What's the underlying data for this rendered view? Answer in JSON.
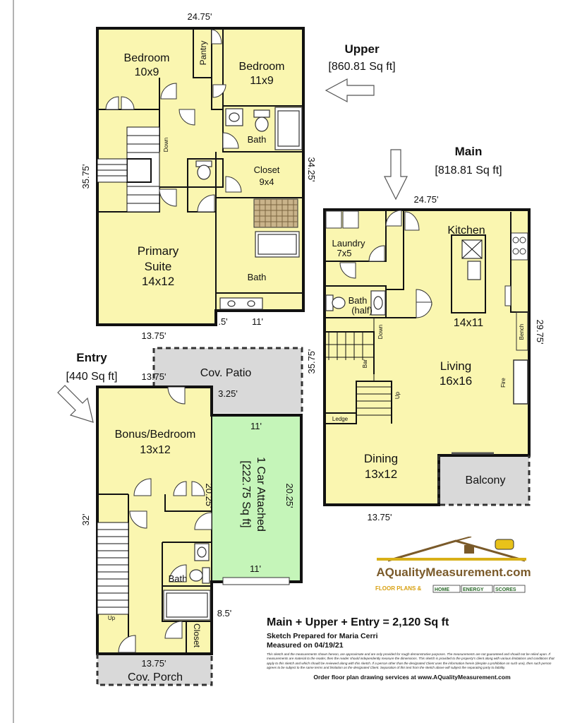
{
  "upper": {
    "title": "Upper",
    "area": "[860.81 Sq ft]",
    "rooms": {
      "bedroom1_name": "Bedroom",
      "bedroom1_size": "10x9",
      "bedroom2_name": "Bedroom",
      "bedroom2_size": "11x9",
      "pantry": "Pantry",
      "bath1": "Bath",
      "closet_name": "Closet",
      "closet_size": "9x4",
      "suite_line1": "Primary",
      "suite_line2": "Suite",
      "suite_size": "14x12",
      "bath2": "Bath",
      "down": "Down"
    },
    "dims": {
      "top": "24.75'",
      "left": "35.75'",
      "right": "34.25'",
      "bottom_left": "13.75'",
      "bottom_mid": ".5'",
      "bottom_right": "11'"
    }
  },
  "main": {
    "title": "Main",
    "area": "[818.81 Sq ft]",
    "rooms": {
      "kitchen": "Kitchen",
      "laundry_name": "Laundry",
      "laundry_size": "7x5",
      "bath_name": "Bath",
      "bath_sub": "(half)",
      "kitchen_size": "14x11",
      "living_name": "Living",
      "living_size": "16x16",
      "dining_name": "Dining",
      "dining_size": "13x12",
      "balcony": "Balcony",
      "down": "Down",
      "bar": "Bar",
      "up": "Up",
      "ledge": "Ledge",
      "bench": "Bench",
      "fire": "Fire"
    },
    "dims": {
      "top": "24.75'",
      "left": "35.75'",
      "right": "29.75'",
      "bottom": "13.75'"
    }
  },
  "entry": {
    "title": "Entry",
    "area": "[440 Sq ft]",
    "rooms": {
      "bonus_name": "Bonus/Bedroom",
      "bonus_size": "13x12",
      "patio": "Cov. Patio",
      "garage_line1": "1 Car Attached",
      "garage_line2": "[222.75 Sq ft]",
      "bath": "Bath",
      "closet": "Closet",
      "up": "Up",
      "porch": "Cov. Porch"
    },
    "dims": {
      "top": "13.75'",
      "patio_small": "3.25'",
      "left": "32'",
      "mid": "20.25'",
      "garage_top": "11'",
      "garage_right": "20.25'",
      "garage_bottom": "11'",
      "porch_dim": "8.5'",
      "porch_top": "13.75'"
    }
  },
  "summary": {
    "total": "Main + Upper + Entry = 2,120 Sq ft",
    "prepared": "Sketch Prepared for Maria Cerri",
    "measured": "Measured on 04/19/21",
    "disclaimer": "This sketch and the measurements shown hereon, are approximate and are only provided for rough demonstrative purposes. The measurements are not guaranteed and should not be relied upon. If measurements are material to the reader, then the reader should independently measure the dimensions. This sketch is provided to the property's client along with various limitations and conditions that apply to this sketch and which should be reviewed along with this sketch. If a person other than the designated Client uses the information herein (despite a prohibition on such use), then such person agrees to be subject to the same terms and limitation as the designated Client. Separation of this text from the sketch above will subject the separating party to liability.",
    "order": "Order floor plan drawing services at www.AQualityMeasurement.com"
  },
  "logo": {
    "name": "AQualityMeasurement.com",
    "tag1": "FLOOR PLANS &",
    "tag2": "HOME",
    "tag3": "ENERGY",
    "tag4": "SCORES",
    "brand_color": "#7a5a2a"
  }
}
